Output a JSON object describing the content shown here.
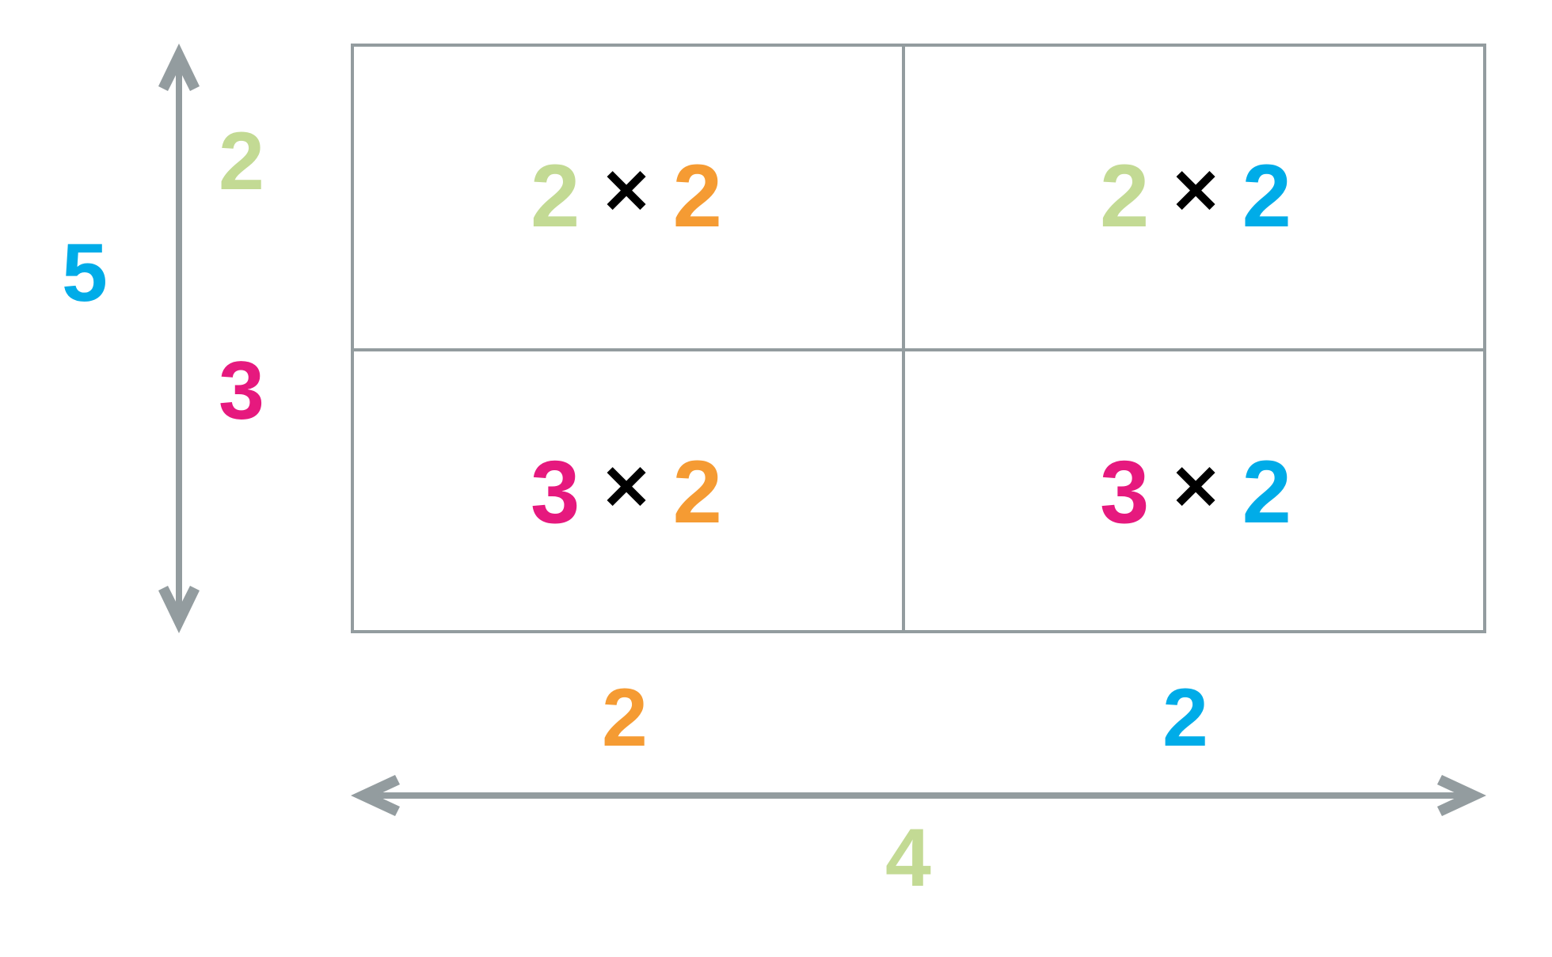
{
  "colors": {
    "green": "#c3da94",
    "orange": "#f59b33",
    "blue": "#00ace8",
    "pink": "#e6197e",
    "black": "#000000",
    "gray": "#939c9f",
    "background": "#ffffff"
  },
  "diagram": {
    "type": "area-model-multiplication-grid",
    "title": "",
    "vertical_axis": {
      "total": "5",
      "total_color": "#00ace8",
      "segments": [
        {
          "label": "2",
          "color": "#c3da94"
        },
        {
          "label": "3",
          "color": "#e6197e"
        }
      ]
    },
    "horizontal_axis": {
      "total": "4",
      "total_color": "#c3da94",
      "segments": [
        {
          "label": "2",
          "color": "#f59b33"
        },
        {
          "label": "2",
          "color": "#00ace8"
        }
      ]
    },
    "operator": "✕",
    "cells": [
      {
        "id": "top-left",
        "left_factor": "2",
        "left_color": "#c3da94",
        "operator": "✕",
        "right_factor": "2",
        "right_color": "#f59b33"
      },
      {
        "id": "top-right",
        "left_factor": "2",
        "left_color": "#c3da94",
        "operator": "✕",
        "right_factor": "2",
        "right_color": "#00ace8"
      },
      {
        "id": "bottom-left",
        "left_factor": "3",
        "left_color": "#e6197e",
        "operator": "✕",
        "right_factor": "2",
        "right_color": "#f59b33"
      },
      {
        "id": "bottom-right",
        "left_factor": "3",
        "left_color": "#e6197e",
        "operator": "✕",
        "right_factor": "2",
        "right_color": "#00ace8"
      }
    ]
  }
}
